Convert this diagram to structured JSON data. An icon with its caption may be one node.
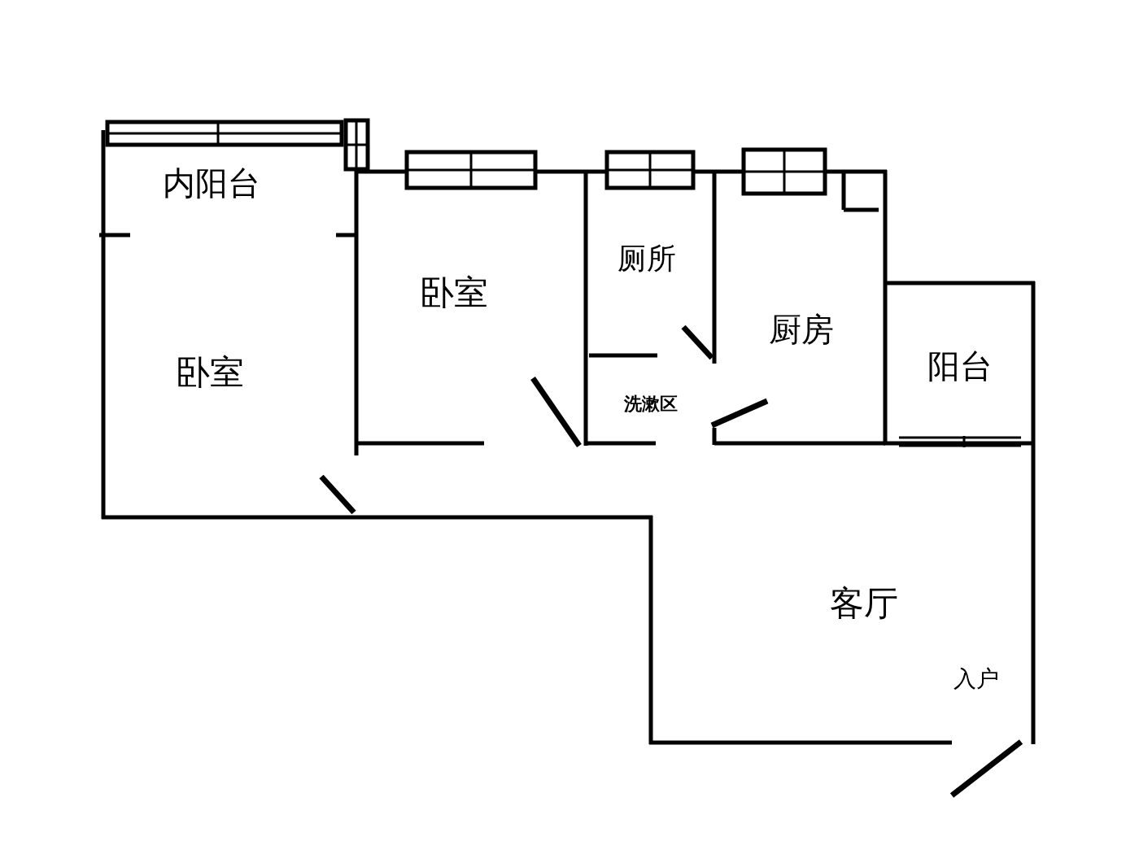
{
  "diagram": {
    "labels": [
      "内阳台",
      "厕所",
      "卧室",
      "厨房",
      "卧室",
      "阳台",
      "洗漱区",
      "客厅",
      "入户"
    ]
  }
}
